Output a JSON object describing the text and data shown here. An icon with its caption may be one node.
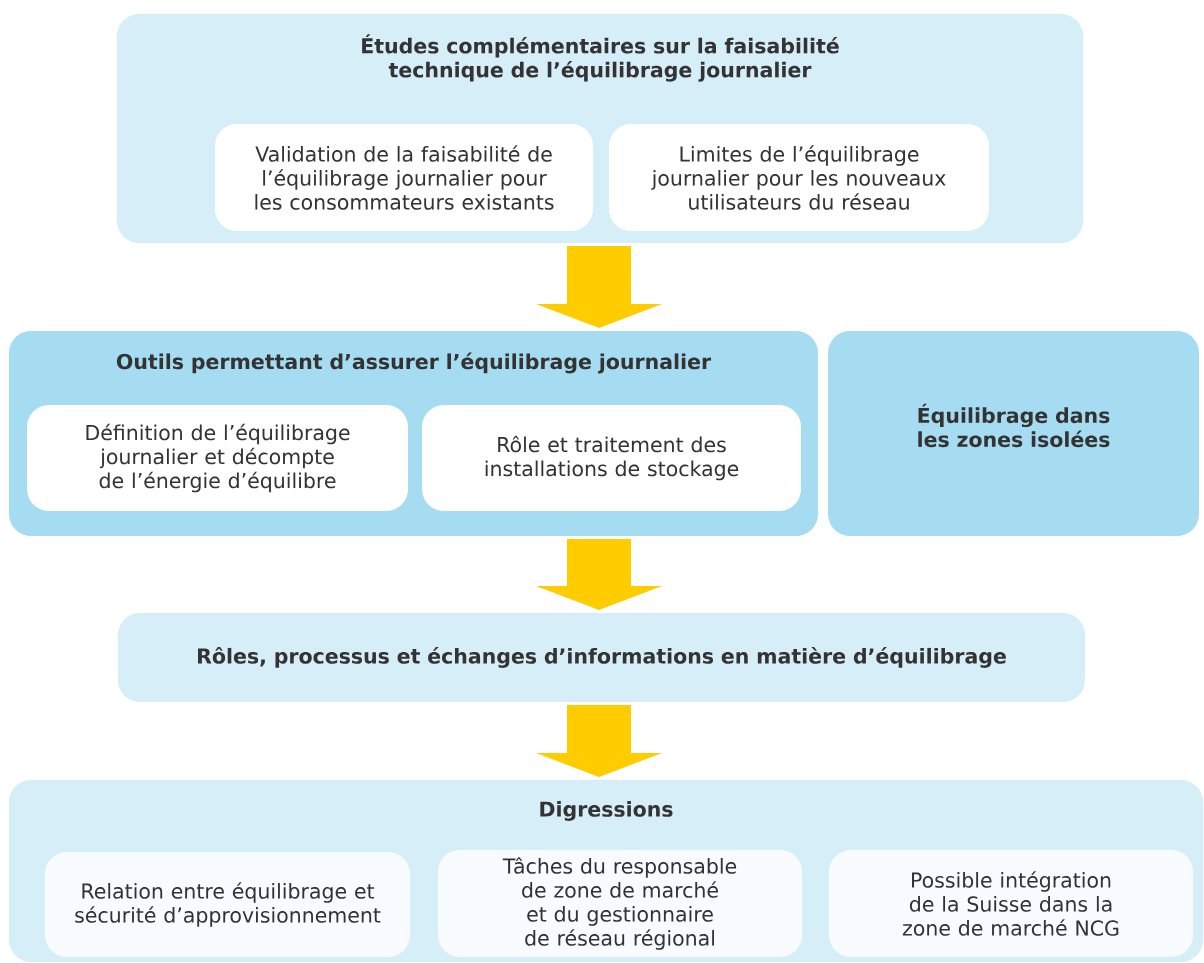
{
  "diagram": {
    "nodes": [
      {
        "text": [
          "Études complémentaires sur la faisabilité technique de l’équilibrage journalier"
        ]
      },
      {
        "text": [
          "Validation de la faisabilité de l’équilibrage journalier pour les consommateurs existants"
        ],
        "in": 0
      },
      {
        "text": [
          "Limites de l’équilibrage journalier pour les nouveaux utilisateurs du réseau"
        ],
        "in": 0
      },
      {
        "text": [
          "Outils permettant d’assurer l’équilibrage journalier"
        ]
      },
      {
        "text": [
          "Définition de l’équilibrage journalier et décompte de l’énergie d’équilibre"
        ],
        "in": 3
      },
      {
        "text": [
          "Rôle et traitement des installations de stockage"
        ],
        "in": 3
      },
      {
        "text": [
          "Équilibrage dans les zones isolées"
        ]
      },
      {
        "text": [
          "Rôles, processus et échanges d’informations en matière d’équilibrage"
        ]
      },
      {
        "text": [
          "Digressions"
        ]
      },
      {
        "text": [
          "Relation entre équilibrage et sécurité d’approvisionnement"
        ],
        "in": 8
      },
      {
        "text": [
          "Tâches du responsable de zone de marché et du gestionnaire de réseau régional"
        ],
        "in": 8
      },
      {
        "text": [
          "Possible intégration de la Suisse dans la zone de marché NCG"
        ],
        "in": 8
      }
    ],
    "edges": [
      {
        "from": 0,
        "to": 3,
        "arrow": "to"
      },
      {
        "from": 3,
        "to": 7,
        "arrow": "to"
      },
      {
        "from": 7,
        "to": 8,
        "arrow": "to"
      }
    ]
  }
}
